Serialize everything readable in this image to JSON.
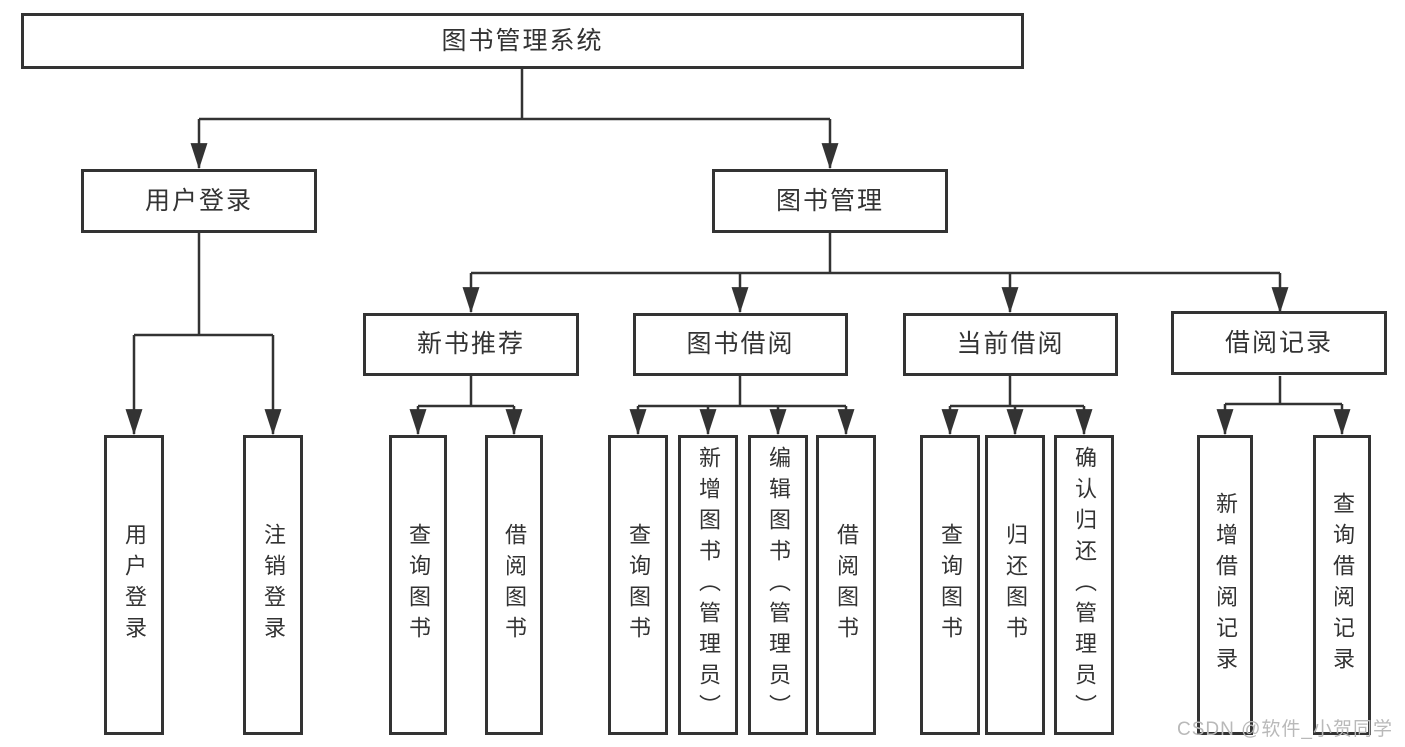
{
  "watermark": "CSDN @软件_小贺同学",
  "colors": {
    "line": "#333333",
    "text": "#333333",
    "node_background": "#ffffff",
    "watermark_text": "#b9b9b9"
  },
  "tree": {
    "label": "图书管理系统",
    "children": [
      {
        "label": "用户登录",
        "children": [
          {
            "label": "用户登录"
          },
          {
            "label": "注销登录"
          }
        ]
      },
      {
        "label": "图书管理",
        "children": [
          {
            "label": "新书推荐",
            "children": [
              {
                "label": "查询图书"
              },
              {
                "label": "借阅图书"
              }
            ]
          },
          {
            "label": "图书借阅",
            "children": [
              {
                "label": "查询图书"
              },
              {
                "label": "新增图书（管理员）"
              },
              {
                "label": "编辑图书（管理员）"
              },
              {
                "label": "借阅图书"
              }
            ]
          },
          {
            "label": "当前借阅",
            "children": [
              {
                "label": "查询图书"
              },
              {
                "label": "归还图书"
              },
              {
                "label": "确认归还（管理员）"
              }
            ]
          },
          {
            "label": "借阅记录",
            "children": [
              {
                "label": "新增借阅记录"
              },
              {
                "label": "查询借阅记录"
              }
            ]
          }
        ]
      }
    ]
  }
}
